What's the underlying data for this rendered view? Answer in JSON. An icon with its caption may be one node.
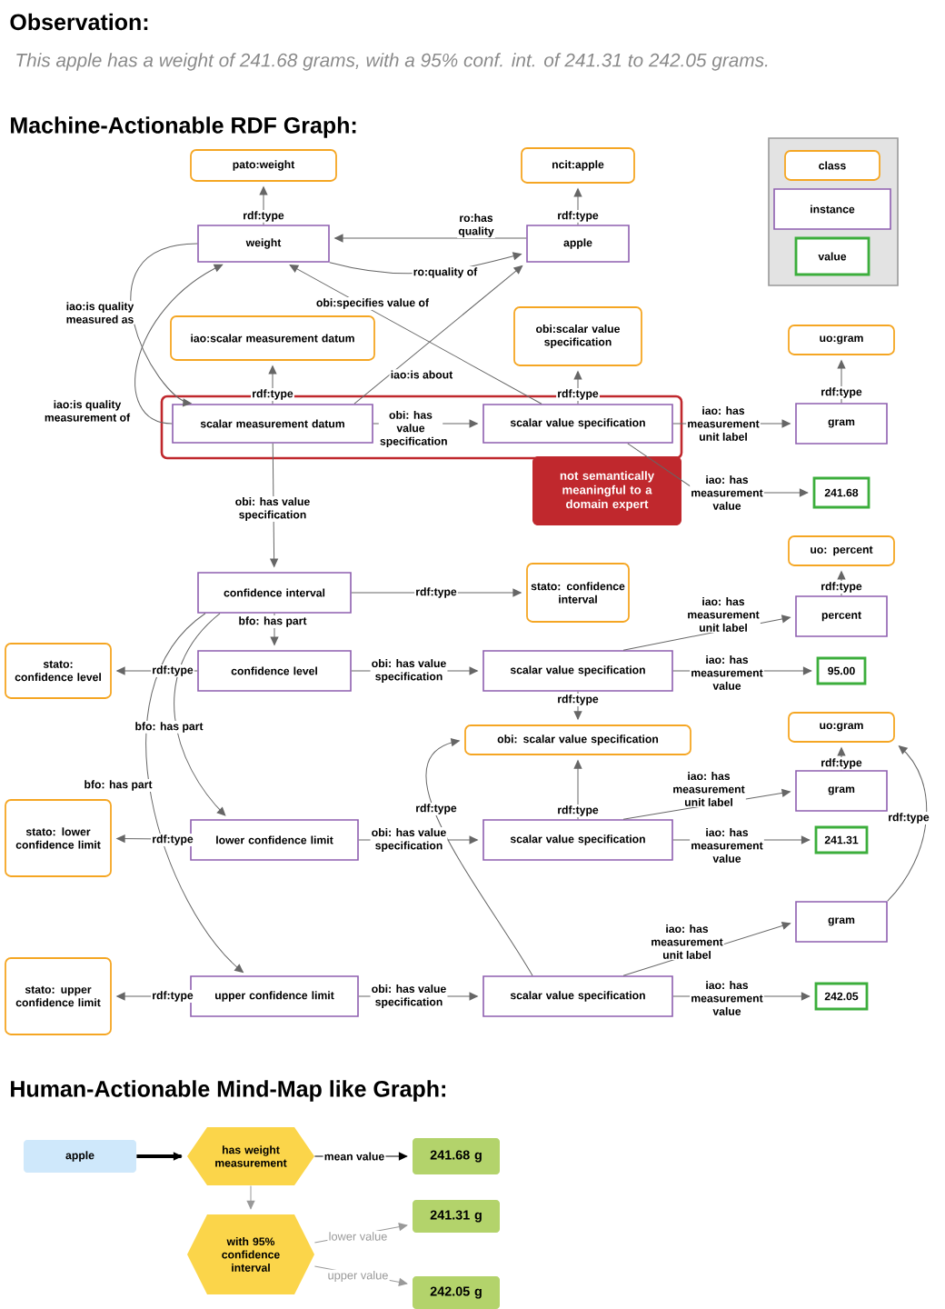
{
  "diagram": {
    "nodes": [
      {
        "text": [
          "pato:weight"
        ]
      },
      {
        "text": [
          "ncit:apple"
        ]
      },
      {
        "text": [
          "weight"
        ]
      },
      {
        "text": [
          "apple"
        ]
      },
      {
        "text": [
          "iao:scalar measurement datum"
        ]
      },
      {
        "text": [
          "obi:scalar value specification"
        ]
      },
      {
        "text": [
          "not semantically meaningful to a domain expert"
        ]
      },
      {
        "text": [
          "scalar measurement datum"
        ],
        "in": 6
      },
      {
        "text": [
          "scalar value specification"
        ],
        "in": 6
      },
      {
        "text": [
          "uo:gram"
        ]
      },
      {
        "text": [
          "gram"
        ]
      },
      {
        "text": [
          "241.68"
        ]
      },
      {
        "text": [
          "confidence interval"
        ]
      },
      {
        "text": [
          "stato: confidence interval"
        ]
      },
      {
        "text": [
          "uo: percent"
        ]
      },
      {
        "text": [
          "percent"
        ]
      },
      {
        "text": [
          "stato: confidence level"
        ]
      },
      {
        "text": [
          "confidence level"
        ]
      },
      {
        "text": [
          "scalar value specification"
        ]
      },
      {
        "text": [
          "95.00"
        ]
      },
      {
        "text": [
          "obi: scalar value specification"
        ]
      },
      {
        "text": [
          "uo:gram"
        ]
      },
      {
        "text": [
          "gram"
        ]
      },
      {
        "text": [
          "stato: lower confidence limit"
        ]
      },
      {
        "text": [
          "lower confidence limit"
        ]
      },
      {
        "text": [
          "scalar value specification"
        ]
      },
      {
        "text": [
          "241.31"
        ]
      },
      {
        "text": [
          "gram"
        ]
      },
      {
        "text": [
          "stato: upper confidence limit"
        ]
      },
      {
        "text": [
          "upper confidence limit"
        ]
      },
      {
        "text": [
          "scalar value specification"
        ]
      },
      {
        "text": [
          "242.05"
        ]
      },
      {
        "text": [
          "apple"
        ]
      },
      {
        "text": [
          "has weight measurement"
        ]
      },
      {
        "text": [
          "241.68 g"
        ]
      },
      {
        "text": [
          "with 95% confidence interval"
        ]
      },
      {
        "text": [
          "241.31 g"
        ]
      },
      {
        "text": [
          "242.05 g"
        ]
      }
    ],
    "edges": [
      {
        "from": 2,
        "to": 0,
        "arrow": "to",
        "label": "rdf:type"
      },
      {
        "from": 3,
        "to": 1,
        "arrow": "to",
        "label": "rdf:type"
      },
      {
        "from": 3,
        "to": 2,
        "arrow": "to",
        "label": "ro:has quality"
      },
      {
        "from": 2,
        "to": 3,
        "arrow": "to",
        "label": "ro:quality of"
      },
      {
        "from": 2,
        "to": 7,
        "arrow": "to",
        "label": "iao:is quality measured as"
      },
      {
        "from": 7,
        "to": 2,
        "arrow": "to",
        "label": "iao:is quality measurement of"
      },
      {
        "from": 7,
        "to": 3,
        "arrow": "to",
        "label": "iao:is about"
      },
      {
        "from": 8,
        "to": 2,
        "arrow": "to",
        "label": "obi:specifies value of"
      },
      {
        "from": 7,
        "to": 4,
        "arrow": "to",
        "label": "rdf:type"
      },
      {
        "from": 7,
        "to": 8,
        "arrow": "to",
        "label": "obi: has value specification"
      },
      {
        "from": 8,
        "to": 5,
        "arrow": "to",
        "label": "rdf:type"
      },
      {
        "from": 8,
        "to": 10,
        "arrow": "to",
        "label": "iao: has measurement unit label"
      },
      {
        "from": 8,
        "to": 11,
        "arrow": "to",
        "label": "iao: has measurement value"
      },
      {
        "from": 10,
        "to": 9,
        "arrow": "to",
        "label": "rdf:type"
      },
      {
        "from": 7,
        "to": 12,
        "arrow": "to",
        "label": "obi: has value specification"
      },
      {
        "from": 12,
        "to": 13,
        "arrow": "to",
        "label": "rdf:type"
      },
      {
        "from": 12,
        "to": 17,
        "arrow": "to",
        "label": "bfo: has part"
      },
      {
        "from": 12,
        "to": 24,
        "arrow": "to",
        "label": "bfo: has part"
      },
      {
        "from": 12,
        "to": 29,
        "arrow": "to",
        "label": "bfo: has part"
      },
      {
        "from": 17,
        "to": 16,
        "arrow": "to",
        "label": "rdf:type"
      },
      {
        "from": 17,
        "to": 18,
        "arrow": "to",
        "label": "obi: has value specification"
      },
      {
        "from": 18,
        "to": 15,
        "arrow": "to",
        "label": "iao: has measurement unit label"
      },
      {
        "from": 18,
        "to": 19,
        "arrow": "to",
        "label": "iao: has measurement value"
      },
      {
        "from": 15,
        "to": 14,
        "arrow": "to",
        "label": "rdf:type"
      },
      {
        "from": 18,
        "to": 20,
        "arrow": "to",
        "label": "rdf:type"
      },
      {
        "from": 25,
        "to": 20,
        "arrow": "to",
        "label": "rdf:type"
      },
      {
        "from": 30,
        "to": 20,
        "arrow": "to",
        "label": "rdf:type"
      },
      {
        "from": 24,
        "to": 25,
        "arrow": "to",
        "label": "obi: has value specification"
      },
      {
        "from": 25,
        "to": 22,
        "arrow": "to",
        "label": "iao: has measurement unit label"
      },
      {
        "from": 25,
        "to": 26,
        "arrow": "to",
        "label": "iao: has measurement value"
      },
      {
        "from": 22,
        "to": 21,
        "arrow": "to",
        "label": "rdf:type"
      },
      {
        "from": 27,
        "to": 21,
        "arrow": "to",
        "label": "rdf:type"
      },
      {
        "from": 30,
        "to": 27,
        "arrow": "to",
        "label": "iao: has measurement unit label"
      },
      {
        "from": 30,
        "to": 31,
        "arrow": "to",
        "label": "iao: has measurement value"
      },
      {
        "from": 24,
        "to": 23,
        "arrow": "to",
        "label": "rdf:type"
      },
      {
        "from": 29,
        "to": 28,
        "arrow": "to",
        "label": "rdf:type"
      },
      {
        "from": 29,
        "to": 30,
        "arrow": "to",
        "label": "obi: has value specification"
      },
      {
        "from": 32,
        "to": 33,
        "arrow": "to",
        "style": "thick",
        "color": "#000000"
      },
      {
        "from": 33,
        "to": 34,
        "arrow": "to",
        "label": "mean value",
        "color": "#000000"
      },
      {
        "from": 33,
        "to": 35,
        "arrow": "to",
        "color": "#999999"
      },
      {
        "from": 35,
        "to": 36,
        "arrow": "to",
        "label": "lower value",
        "color": "#999999"
      },
      {
        "from": 35,
        "to": 37,
        "arrow": "to",
        "label": "upper value",
        "color": "#999999"
      }
    ],
    "labels": [
      "Observation:",
      "This apple has a weight of 241.68 grams, with a 95% conf. int. of 241.31 to 242.05 grams.",
      "Machine-Actionable RDF Graph:",
      "Human-Actionable Mind-Map like Graph:"
    ],
    "legend": [
      {
        "text": "class"
      },
      {
        "text": "instance"
      },
      {
        "text": "value"
      }
    ]
  }
}
